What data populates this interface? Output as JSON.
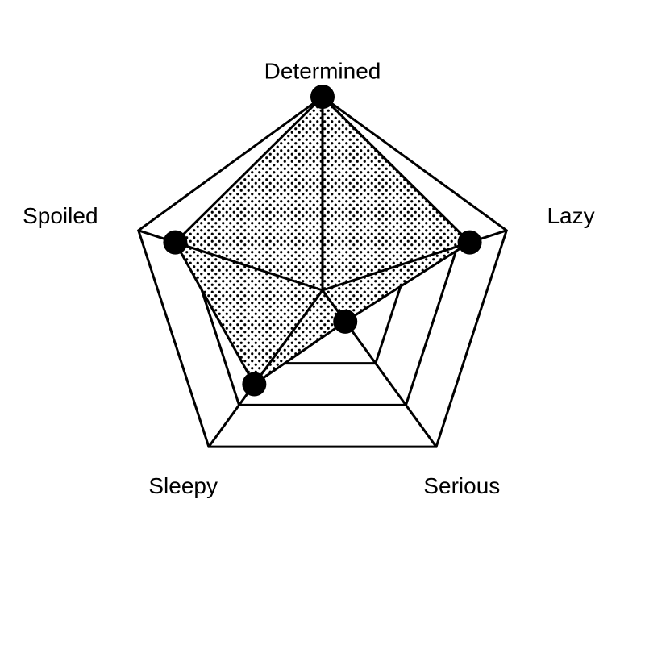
{
  "chart_data": {
    "type": "radar",
    "axes": [
      "Determined",
      "Lazy",
      "Serious",
      "Sleepy",
      "Spoiled"
    ],
    "values": [
      5,
      4,
      1,
      3,
      4
    ],
    "max": 5,
    "rings": 4,
    "fill_pattern": "dots",
    "colors": {
      "line": "#000000",
      "fill_dots": "#000000",
      "background": "#ffffff"
    }
  }
}
